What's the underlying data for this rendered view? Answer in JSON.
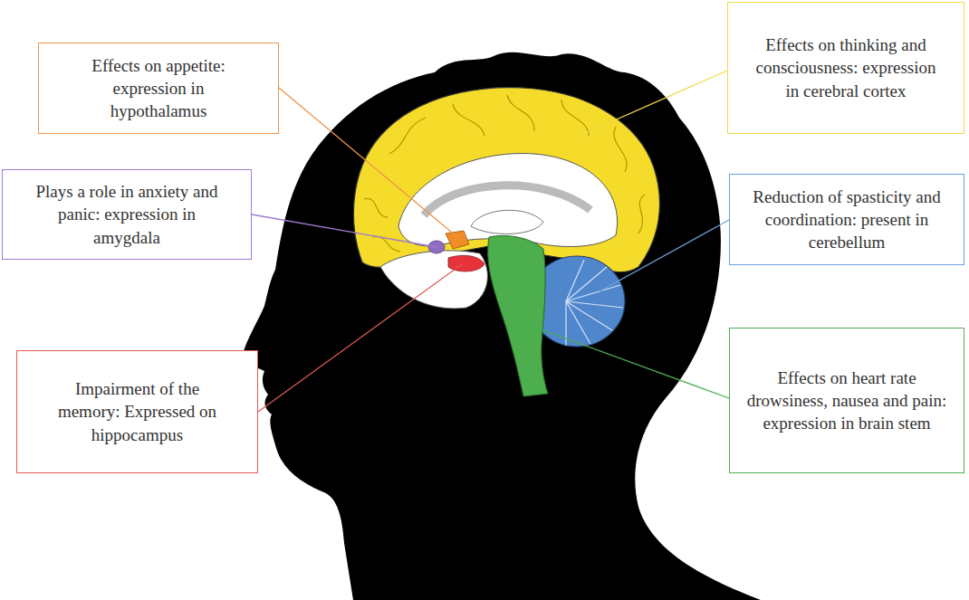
{
  "diagram": {
    "nodes": [
      {
        "text": [
          "Effects on appetite: expression in hypothalamus"
        ]
      },
      {
        "text": [
          "Effects on thinking and consciousness: expression in cerebral cortex"
        ]
      },
      {
        "text": [
          "Plays a role in anxiety and panic: expression in amygdala"
        ]
      },
      {
        "text": [
          "Reduction of spasticity and coordination: present in cerebellum"
        ]
      },
      {
        "text": [
          "Impairment of the memory: Expressed on hippocampus"
        ]
      },
      {
        "text": [
          "Effects on heart rate drowsiness, nausea and pain: expression in brain stem"
        ]
      }
    ]
  }
}
